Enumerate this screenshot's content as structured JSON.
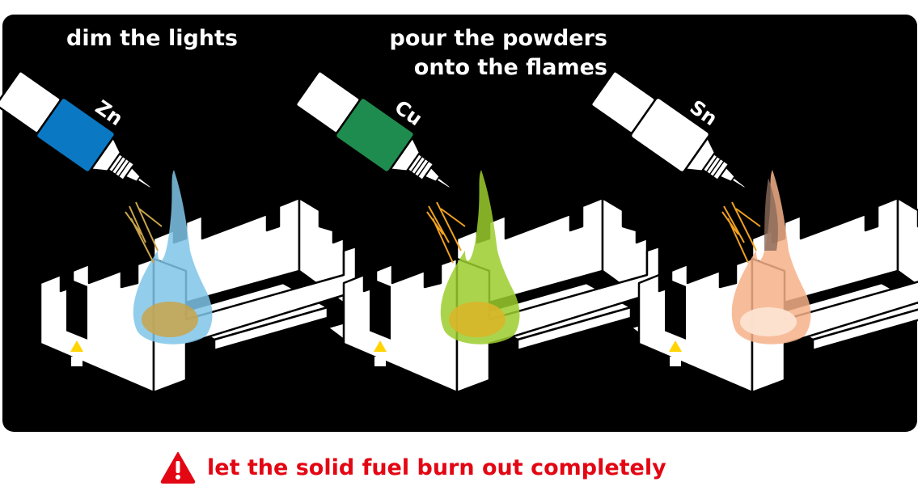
{
  "captions": {
    "dim_lights": "dim the lights",
    "pour_line1": "pour the powders",
    "pour_line2": "onto the flames"
  },
  "stations": [
    {
      "element": "Zn",
      "bottle_color": "#0b78c3",
      "flame_color": "#7fc6e8",
      "flame_core": "#c9a34a"
    },
    {
      "element": "Cu",
      "bottle_color": "#1f8c4f",
      "flame_color": "#9ccc2e",
      "flame_core": "#d8b62a"
    },
    {
      "element": "Sn",
      "bottle_color": "#ffffff",
      "flame_color": "#f6b189",
      "flame_core": "#fde3d2"
    }
  ],
  "warning": {
    "icon": "warning-triangle-icon",
    "text": "let the solid fuel burn out completely",
    "color": "#e30613"
  }
}
